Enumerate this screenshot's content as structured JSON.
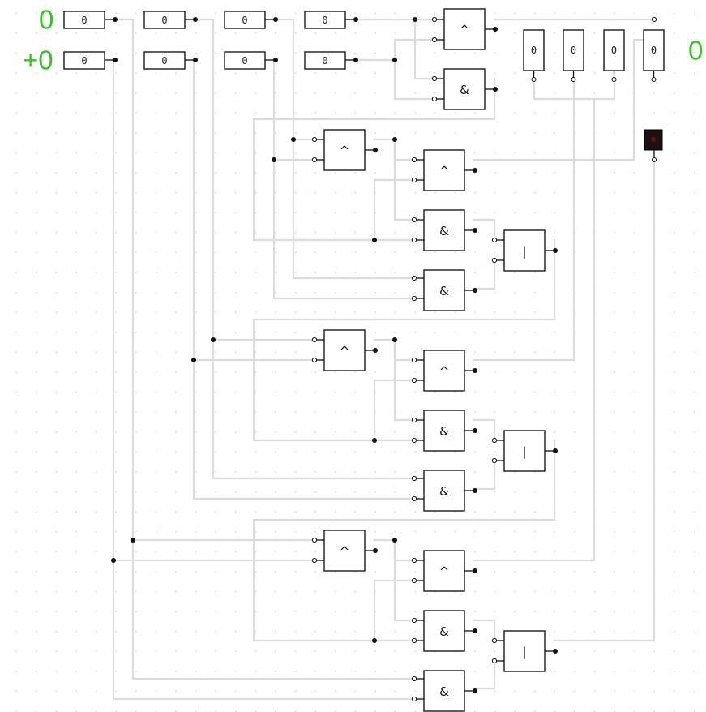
{
  "display": {
    "left_top": "0",
    "left_bottom": "+0",
    "right": "0"
  },
  "colors": {
    "display_text": "#3cbf2a",
    "wire": "#dcdcdc",
    "led_off": "#1e1012"
  },
  "inputs_a": [
    "0",
    "0",
    "0",
    "0"
  ],
  "inputs_b": [
    "0",
    "0",
    "0",
    "0"
  ],
  "outputs": [
    "0",
    "0",
    "0",
    "0"
  ],
  "gates": {
    "xor": "^",
    "and": "&",
    "or": "|"
  }
}
